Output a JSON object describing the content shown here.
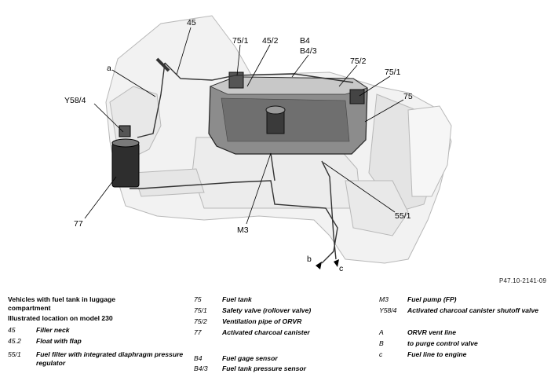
{
  "figure_ref": "P47.10-2141-09",
  "callouts": {
    "c45": "45",
    "c75_1_top": "75/1",
    "c45_2": "45/2",
    "cB4": "B4",
    "cB4_3": "B4/3",
    "c75_2": "75/2",
    "c75_1_right": "75/1",
    "c75": "75",
    "ca": "a",
    "cY58_4": "Y58/4",
    "c77": "77",
    "cM3": "M3",
    "c55_1": "55/1",
    "cb": "b",
    "cc": "c"
  },
  "legend": {
    "heading1": "Vehicles with fuel tank in luggage compartment",
    "heading2": "Illustrated location on model 230",
    "col1": [
      {
        "code": "45",
        "desc": "Filler neck"
      },
      {
        "code": "45.2",
        "desc": "Float with flap"
      },
      {
        "code": "55/1",
        "desc": "Fuel filter with integrated diaphragm pressure regulator"
      }
    ],
    "col2": [
      {
        "code": "75",
        "desc": "Fuel tank"
      },
      {
        "code": "75/1",
        "desc": "Safety valve (rollover valve)"
      },
      {
        "code": "75/2",
        "desc": "Ventilation pipe of ORVR"
      },
      {
        "code": "77",
        "desc": "Activated charcoal canister"
      },
      {
        "code": "B4",
        "desc": "Fuel gage sensor"
      },
      {
        "code": "B4/3",
        "desc": "Fuel tank pressure sensor"
      }
    ],
    "col3": [
      {
        "code": "M3",
        "desc": "Fuel pump (FP)"
      },
      {
        "code": "Y58/4",
        "desc": "Activated charcoal canister shutoff valve"
      },
      {
        "code": "A",
        "desc": "ORVR vent line"
      },
      {
        "code": "B",
        "desc": "to purge control valve"
      },
      {
        "code": "c",
        "desc": "Fuel line to engine"
      }
    ]
  }
}
